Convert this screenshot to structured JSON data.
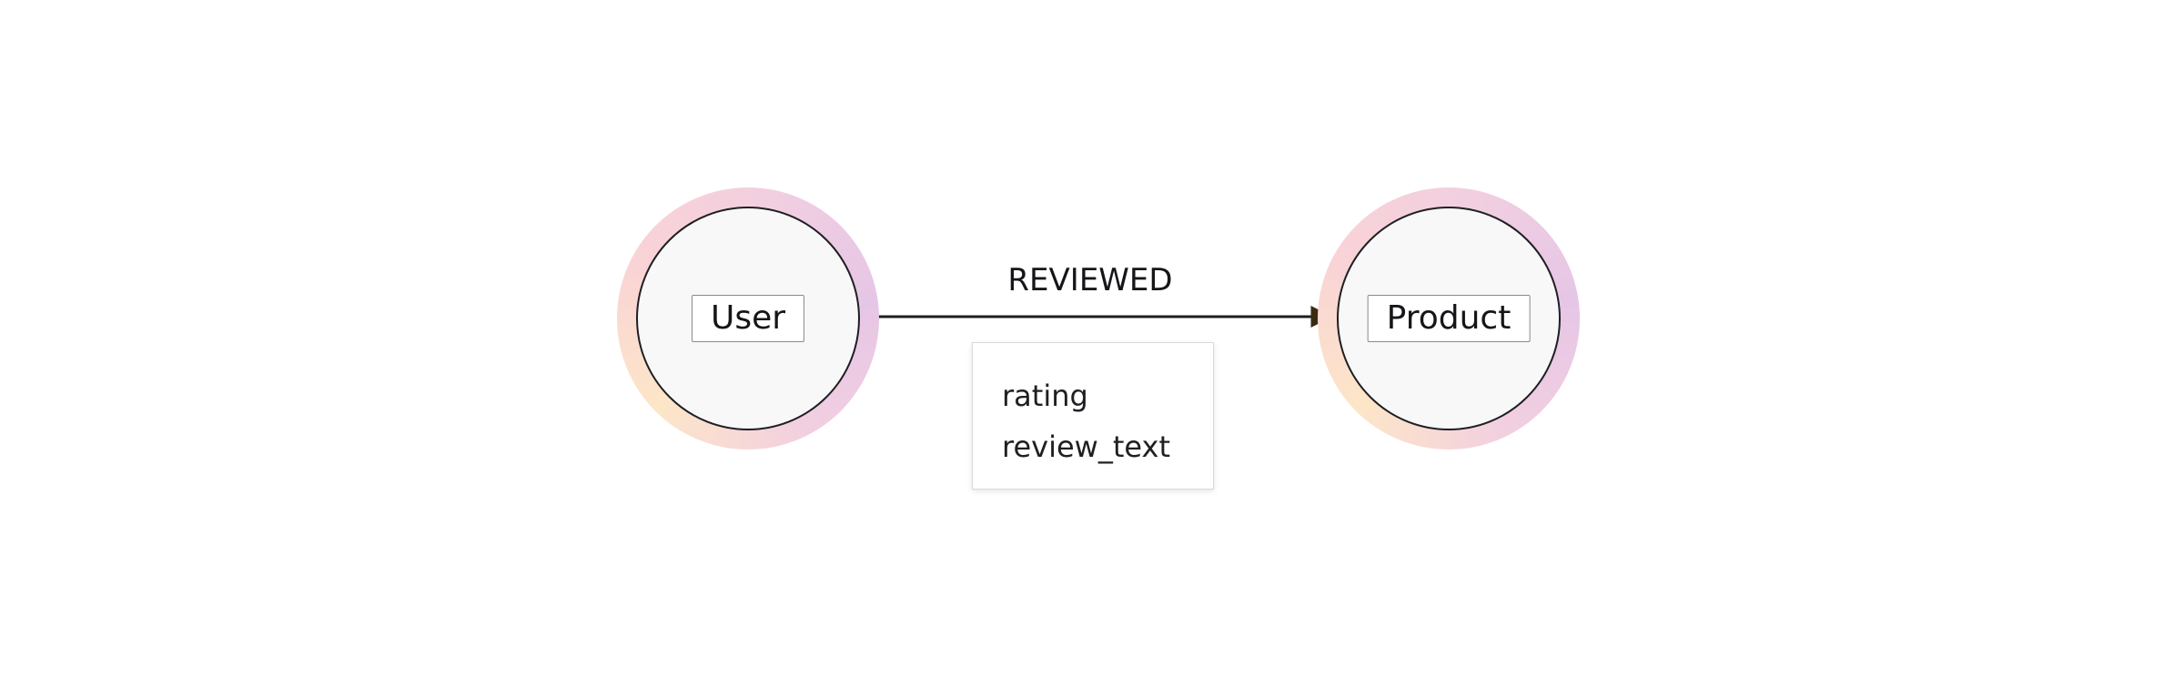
{
  "diagram": {
    "nodes": [
      {
        "id": "user",
        "label": "User"
      },
      {
        "id": "product",
        "label": "Product"
      }
    ],
    "edges": [
      {
        "from": "user",
        "to": "product",
        "label": "REVIEWED",
        "properties": [
          "rating",
          "review_text"
        ]
      }
    ]
  },
  "colors": {
    "ring_gradient": [
      "#fde6c8",
      "#f9d3d6",
      "#f2cfe0",
      "#e6c6e6"
    ],
    "node_fill": "#f8f8f8",
    "node_stroke": "#1f1f24",
    "edge_stroke": "#1f1f24",
    "arrow_head": "#3a2a10"
  }
}
